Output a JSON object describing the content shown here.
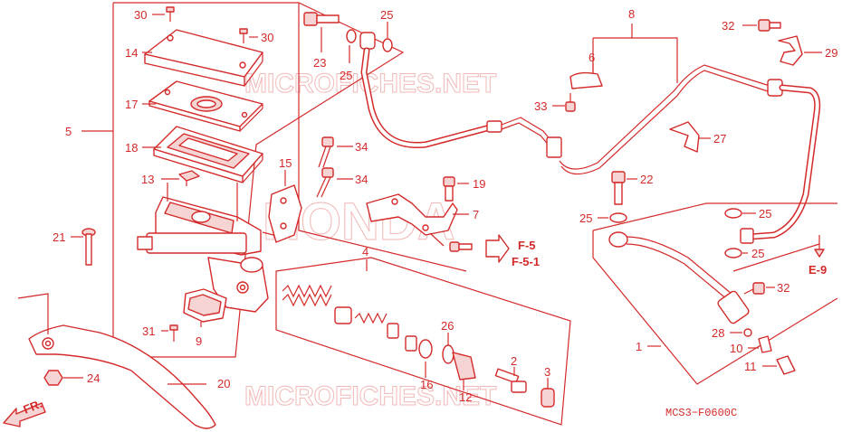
{
  "diagram": {
    "code": "MCS3−F0600C",
    "direction_label": "FR.",
    "watermarks": [
      "MICROFICHES.NET",
      "HONDA",
      "MICROFICHES.NET"
    ],
    "refs": [
      "F-5",
      "F-5-1",
      "E-9"
    ],
    "labels": {
      "l30a": "30",
      "l30b": "30",
      "l14": "14",
      "l17": "17",
      "l18": "18",
      "l13": "13",
      "l5": "5",
      "l21": "21",
      "l31": "31",
      "l9": "9",
      "l24": "24",
      "l20": "20",
      "l23": "23",
      "l25a": "25",
      "l25b": "25",
      "l34a": "34",
      "l34b": "34",
      "l15": "15",
      "l19": "19",
      "l7": "7",
      "l4": "4",
      "l26": "26",
      "l16": "16",
      "l12": "12",
      "l2": "2",
      "l3": "3",
      "l8": "8",
      "l6": "6",
      "l33": "33",
      "l32a": "32",
      "l29": "29",
      "l27": "27",
      "l22": "22",
      "l25c": "25",
      "l25d": "25",
      "l25e": "25",
      "l32b": "32",
      "l28": "28",
      "l10": "10",
      "l11": "11",
      "l1": "1"
    }
  }
}
